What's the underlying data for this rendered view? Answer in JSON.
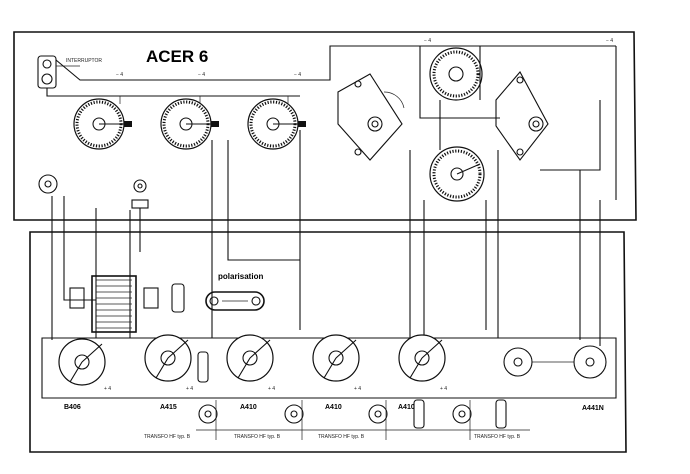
{
  "title": "ACER 6",
  "labels": {
    "interruptor": "INTERRUPTOR",
    "polarisation": "polarisation"
  },
  "tubes": {
    "t1": "B406",
    "t2": "A415",
    "t3": "A410",
    "t4": "A410",
    "t5": "A410",
    "t6": "A441N"
  },
  "transformers": {
    "tr1": "TRANSFO HF typ. B",
    "tr2": "TRANSFO HF typ. B",
    "tr3": "TRANSFO HF typ. B",
    "tr4": "TRANSFO HF typ. B"
  },
  "voltage_marks": {
    "minus4": "− 4",
    "plus4": "+ 4"
  }
}
